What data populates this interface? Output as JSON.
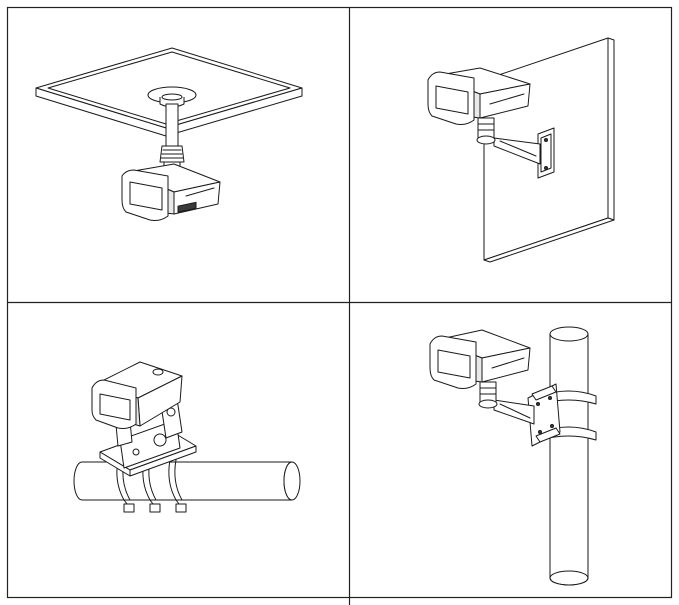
{
  "figure": {
    "panels": [
      {
        "id": "ceiling-mount",
        "mount": "ceiling"
      },
      {
        "id": "wall-mount",
        "mount": "wall"
      },
      {
        "id": "pole-clamp-mount",
        "mount": "horizontal-pole"
      },
      {
        "id": "vertical-pole-mount",
        "mount": "vertical-pole"
      }
    ],
    "colors": {
      "line": "#1a1a1a",
      "background": "#ffffff",
      "shade": "#e9e9e9"
    }
  }
}
